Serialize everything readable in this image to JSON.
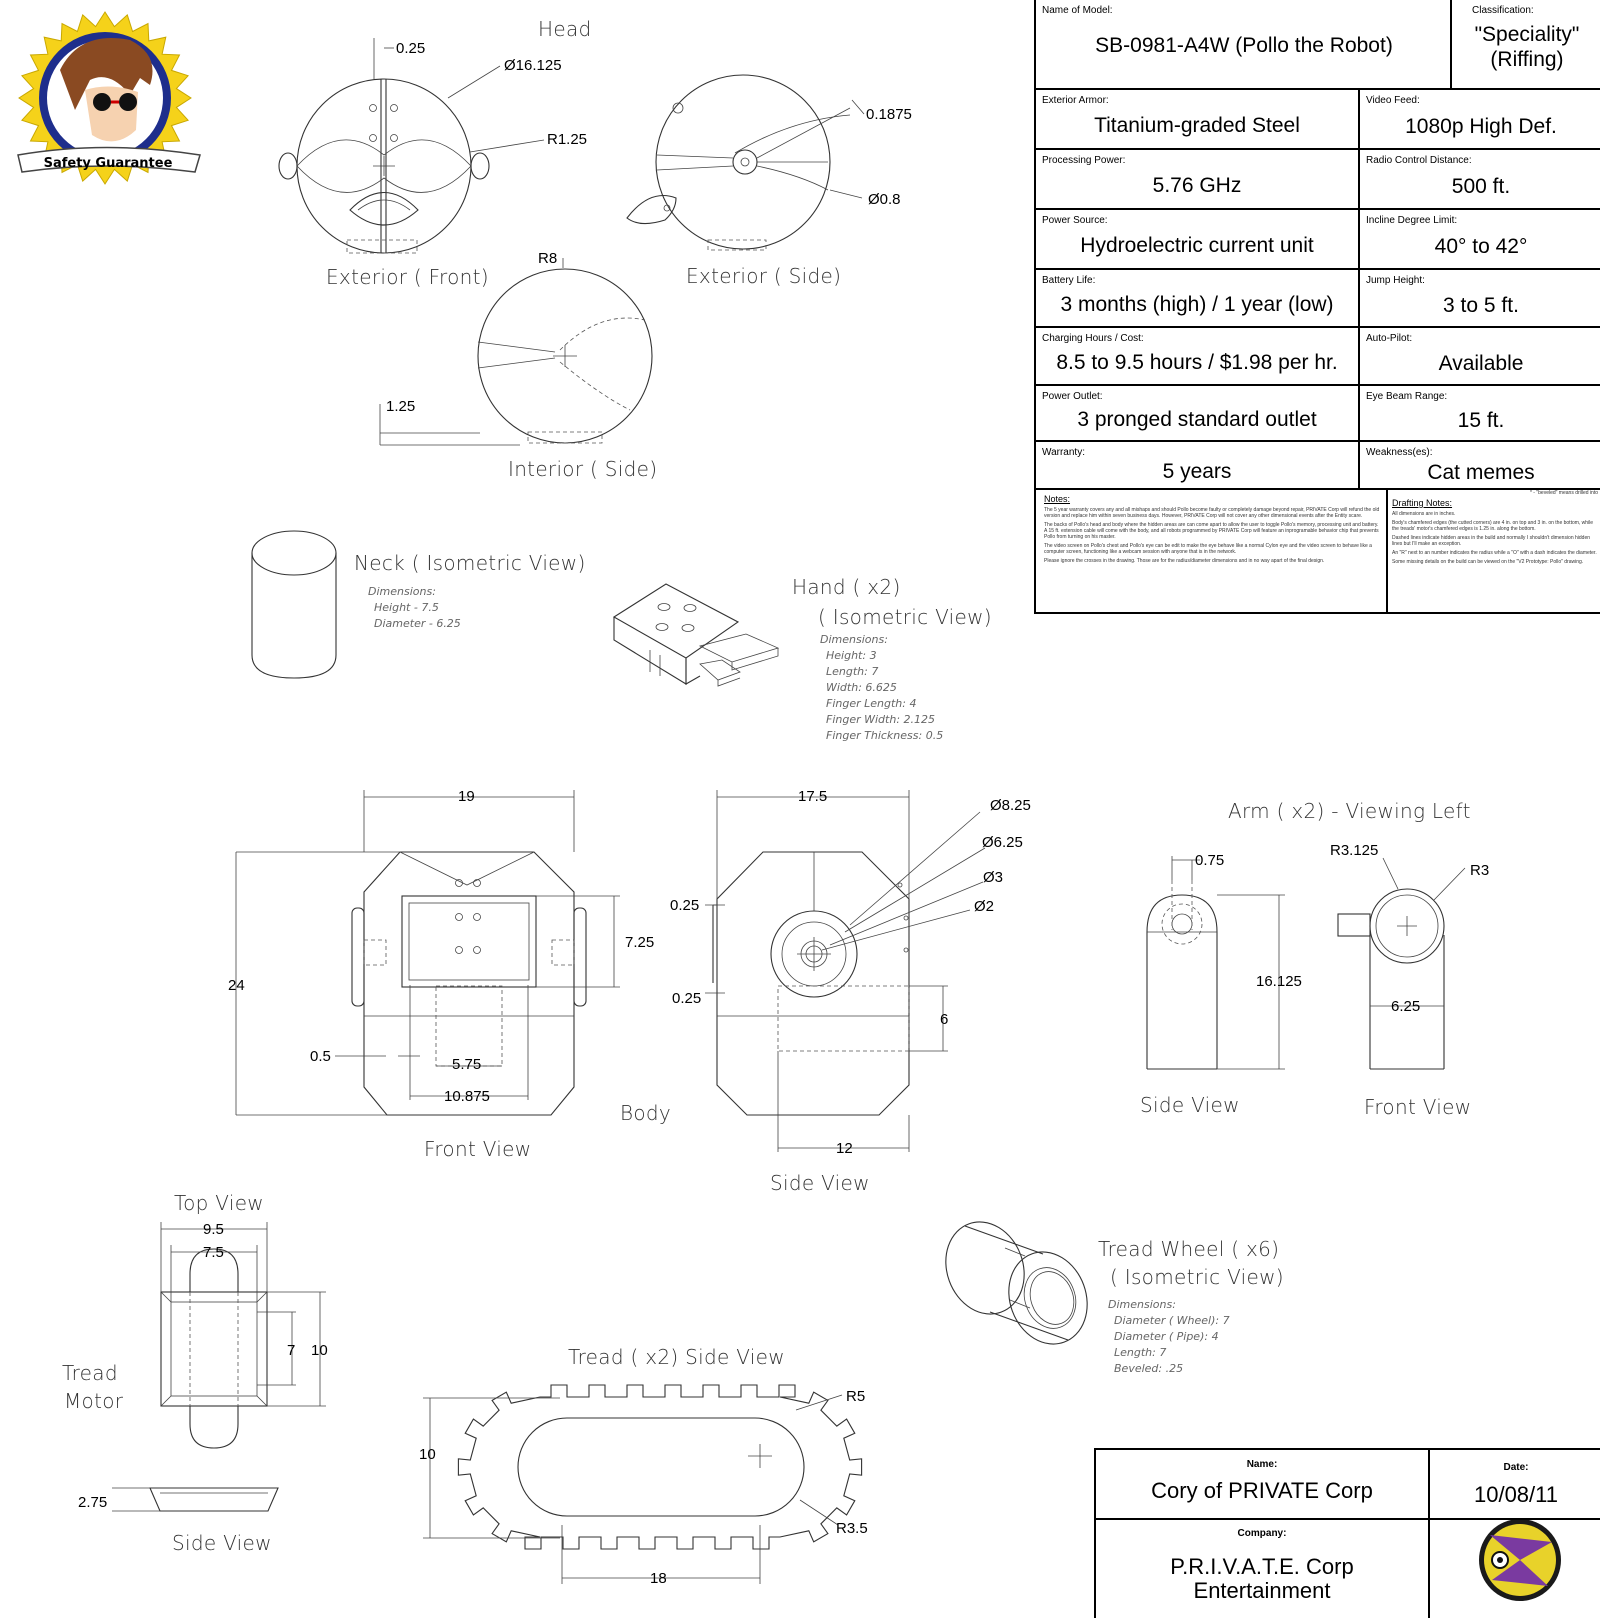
{
  "spec": {
    "model_label": "Name of Model:",
    "model_value": "SB-0981-A4W (Pollo the Robot)",
    "class_label": "Classification:",
    "class_value": "\"Speciality\" (Riffing)",
    "rows": [
      {
        "l_label": "Exterior Armor:",
        "l_value": "Titanium-graded Steel",
        "r_label": "Video Feed:",
        "r_value": "1080p High Def."
      },
      {
        "l_label": "Processing Power:",
        "l_value": "5.76 GHz",
        "r_label": "Radio Control Distance:",
        "r_value": "500 ft."
      },
      {
        "l_label": "Power Source:",
        "l_value": "Hydroelectric current unit",
        "r_label": "Incline Degree Limit:",
        "r_value": "40° to 42°"
      },
      {
        "l_label": "Battery Life:",
        "l_value": "3 months (high) / 1 year (low)",
        "r_label": "Jump Height:",
        "r_value": "3 to 5 ft."
      },
      {
        "l_label": "Charging Hours / Cost:",
        "l_value": "8.5 to 9.5 hours / $1.98 per hr.",
        "r_label": "Auto-Pilot:",
        "r_value": "Available"
      },
      {
        "l_label": "Power Outlet:",
        "l_value": "3 pronged standard outlet",
        "r_label": "Eye Beam Range:",
        "r_value": "15 ft."
      },
      {
        "l_label": "Warranty:",
        "l_value": "5 years",
        "r_label": "Weakness(es):",
        "r_value": "Cat memes"
      }
    ],
    "notes_title": "Notes:",
    "notes": [
      "The 5 year warranty covers any and all mishaps and should Pollo become faulty or completely damage beyond repair, PRIVATE Corp will refund the old version and replace him within seven business days. However, PRIVATE Corp will not cover any other dimensional events after the Entity scare.",
      "The backs of Pollo's head and body where the hidden areas are can come apart to allow the user to toggle Pollo's memory, processing unit and battery. A 15 ft. extension cable will come with the body, and all robots programmed by PRIVATE Corp will feature an inprogramable behavior chip that prevents Pollo from turning on his master.",
      "The video screen on Pollo's chest and Pollo's eye can be edit to make the eye behave like a normal Cylon eye and the video screen to behave like a computer screen, functioning like a webcam session with anyone that is in the network.",
      "Please ignore the crosses in the drawing. Those are for the radius/diameter dimensions and in no way apart of the final design."
    ],
    "drafting_title": "Drafting Notes:",
    "drafting_corner": "* - \"beveled\" means drilled into",
    "drafting": [
      "All dimensions are in inches.",
      "Body's chamfered edges (the cutted corners) are 4 in. on top and 3 in. on the bottom, while the treads' motor's chamfered edges is 1.25 in. along the bottom.",
      "Dashed lines indicate hidden areas in the build and normally I shouldn't dimension hidden lines but I'll make an exception.",
      "An \"R\" next to an number indicates the radius while a \"O\" with a dash indicates the diameter.",
      "Some missing details on the build can be viewed on the \"V2 Prototype: Pollo\" drawing."
    ]
  },
  "title_block": {
    "name_label": "Name:",
    "name_value": "Cory of PRIVATE Corp",
    "date_label": "Date:",
    "date_value": "10/08/11",
    "company_label": "Company:",
    "company_value_1": "P.R.I.V.A.T.E. Corp",
    "company_value_2": "Entertainment"
  },
  "badge": {
    "text": "Safety Guarantee",
    "colors": {
      "gold": "#f5d21a",
      "blue": "#1e2e8c",
      "hair": "#8a4a22"
    }
  },
  "labels": {
    "head": "Head",
    "ext_front": "Exterior ( Front)",
    "ext_side": "Exterior ( Side)",
    "int_side": "Interior ( Side)",
    "neck": "Neck ( Isometric View)",
    "neck_dims": [
      "Dimensions:",
      "Height - 7.5",
      "Diameter - 6.25"
    ],
    "hand_1": "Hand ( x2)",
    "hand_2": "( Isometric View)",
    "hand_dims": [
      "Dimensions:",
      "Height: 3",
      "Length: 7",
      "Width: 6.625",
      "Finger Length: 4",
      "Finger Width: 2.125",
      "Finger Thickness: 0.5"
    ],
    "arm": "Arm ( x2) - Viewing Left",
    "body": "Body",
    "front_view": "Front View",
    "side_view": "Side View",
    "top_view": "Top View",
    "tread_1": "Tread",
    "tread_2": "Motor",
    "tread_side": "Tread ( x2) Side View",
    "wheel_1": "Tread Wheel ( x6)",
    "wheel_2": "( Isometric View)",
    "wheel_dims": [
      "Dimensions:",
      "Diameter ( Wheel): 7",
      "Diameter ( Pipe): 4",
      "Length: 7",
      "Beveled: .25"
    ]
  },
  "dims": {
    "h_025": "0.25",
    "h_d16": "Ø16.125",
    "h_r125": "R1.25",
    "h_01875": "0.1875",
    "h_d08": "Ø0.8",
    "i_r8": "R8",
    "i_125": "1.25",
    "b_19": "19",
    "b_24": "24",
    "b_725": "7.25",
    "b_05": "0.5",
    "b_575": "5.75",
    "b_10875": "10.875",
    "b_175": "17.5",
    "b_d825": "Ø8.25",
    "b_d625": "Ø6.25",
    "b_d3": "Ø3",
    "b_d2": "Ø2",
    "b_025a": "0.25",
    "b_025b": "0.25",
    "b_6": "6",
    "b_12": "12",
    "a_075": "0.75",
    "a_16125": "16.125",
    "a_r3125": "R3.125",
    "a_r3": "R3",
    "a_625": "6.25",
    "t_95": "9.5",
    "t_75": "7.5",
    "t_7": "7",
    "t_10": "10",
    "t_275": "2.75",
    "tr_10": "10",
    "tr_r5": "R5",
    "tr_r35": "R3.5",
    "tr_18": "18"
  }
}
